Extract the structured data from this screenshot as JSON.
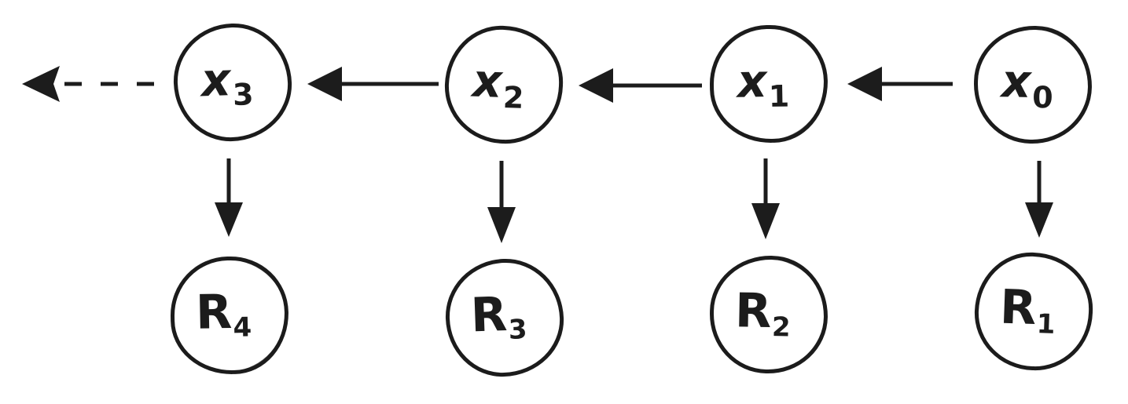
{
  "diagram": {
    "style": "hand-drawn",
    "colors": {
      "ink": "#1c1c1c",
      "background": "#ffffff"
    },
    "nodes": {
      "x3": {
        "base": "x",
        "sub": "3"
      },
      "x2": {
        "base": "x",
        "sub": "2"
      },
      "x1": {
        "base": "x",
        "sub": "1"
      },
      "x0": {
        "base": "x",
        "sub": "0"
      },
      "r4": {
        "base": "R",
        "sub": "4"
      },
      "r3": {
        "base": "R",
        "sub": "3"
      },
      "r2": {
        "base": "R",
        "sub": "2"
      },
      "r1": {
        "base": "R",
        "sub": "1"
      }
    },
    "edges": [
      {
        "from": "x0",
        "to": "x1",
        "style": "solid",
        "direction": "left"
      },
      {
        "from": "x1",
        "to": "x2",
        "style": "solid",
        "direction": "left"
      },
      {
        "from": "x2",
        "to": "x3",
        "style": "solid",
        "direction": "left"
      },
      {
        "from": "x3",
        "to": "offscreen-left",
        "style": "dashed",
        "direction": "left"
      },
      {
        "from": "x3",
        "to": "r4",
        "style": "solid",
        "direction": "down"
      },
      {
        "from": "x2",
        "to": "r3",
        "style": "solid",
        "direction": "down"
      },
      {
        "from": "x1",
        "to": "r2",
        "style": "solid",
        "direction": "down"
      },
      {
        "from": "x0",
        "to": "r1",
        "style": "solid",
        "direction": "down"
      }
    ]
  }
}
